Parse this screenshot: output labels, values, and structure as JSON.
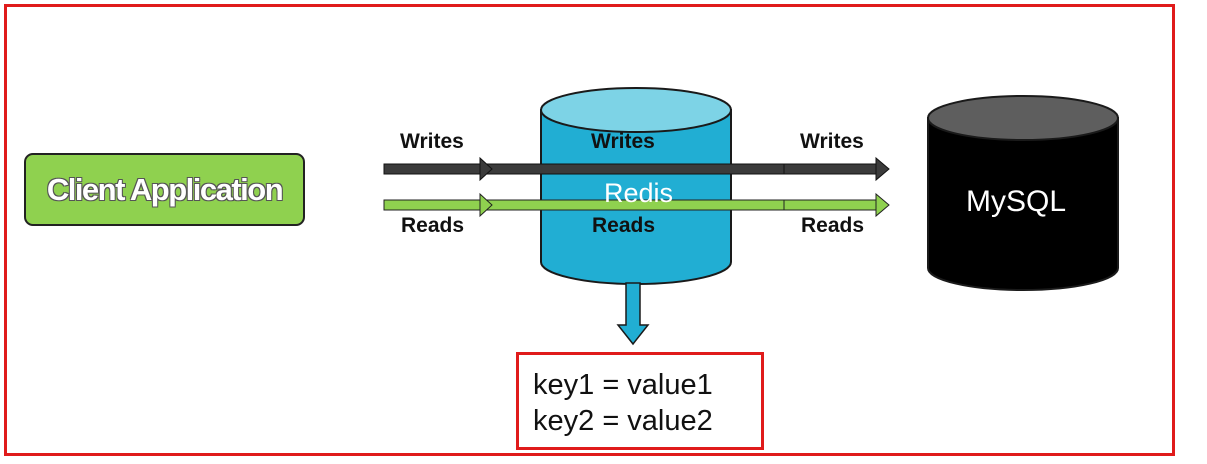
{
  "client": {
    "label": "Client Application"
  },
  "redis": {
    "label": "Redis"
  },
  "mysql": {
    "label": "MySQL"
  },
  "flows": {
    "writes_left": "Writes",
    "writes_mid": "Writes",
    "writes_right": "Writes",
    "reads_left": "Reads",
    "reads_mid": "Reads",
    "reads_right": "Reads"
  },
  "cache_entries": [
    "key1 = value1",
    "key2 = value2"
  ],
  "colors": {
    "frame": "#e01b1b",
    "client_fill": "#8fd14f",
    "redis_body": "#21aed3",
    "redis_top": "#7dd3e6",
    "mysql_body": "#000000",
    "mysql_top": "#5e5e5e",
    "writes_arrow": "#3b3b3b",
    "reads_arrow": "#8fd14f"
  }
}
